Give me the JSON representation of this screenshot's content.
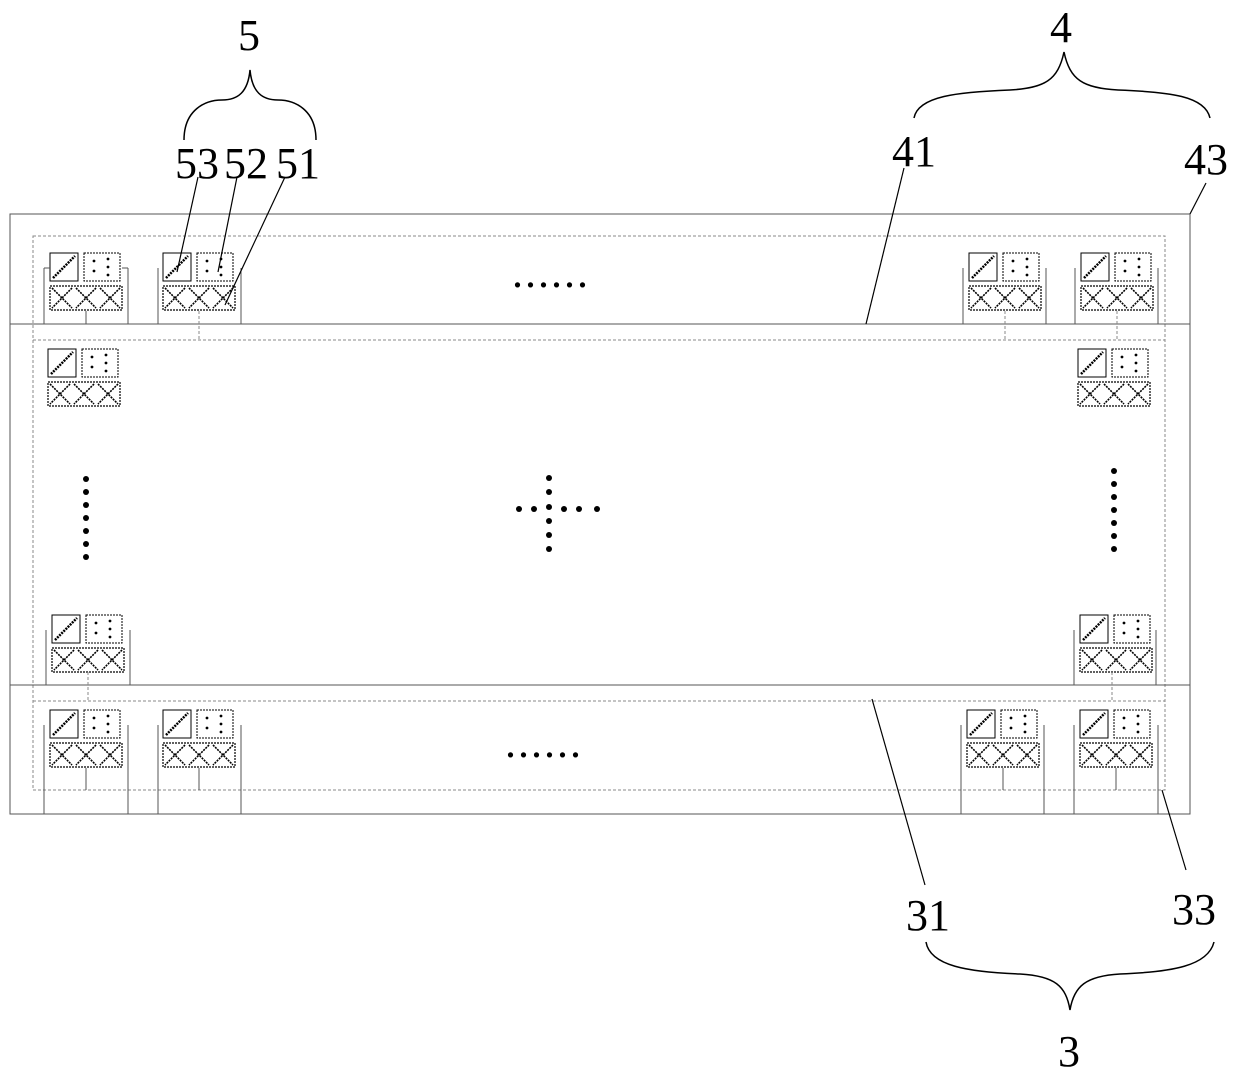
{
  "labels": {
    "group_top_left": "5",
    "part_53": "53",
    "part_52": "52",
    "part_51": "51",
    "group_top_right": "4",
    "part_41": "41",
    "part_43": "43",
    "part_31": "31",
    "part_33": "33",
    "group_bottom": "3"
  },
  "ellipses": {
    "top_row": "......",
    "bottom_row": "......"
  }
}
